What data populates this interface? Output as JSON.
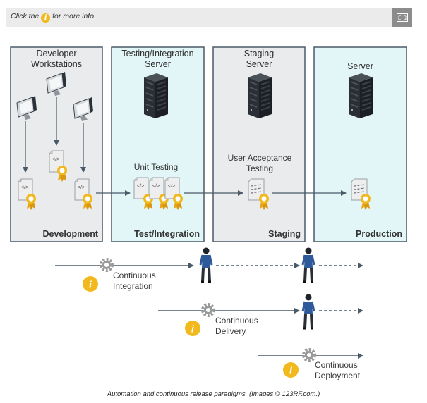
{
  "hint": {
    "prefix": "Click the",
    "icon_glyph": "i",
    "suffix": "for more info.",
    "expand_icon": "expand-icon"
  },
  "stages": [
    {
      "id": "development",
      "title_lines": [
        "Developer",
        "Workstations"
      ],
      "footer": "Development",
      "fill": "#e9ebec"
    },
    {
      "id": "test",
      "title_lines": [
        "Testing/Integration",
        "Server"
      ],
      "footer": "Test/Integration",
      "fill": "#e3f6f7"
    },
    {
      "id": "staging",
      "title_lines": [
        "Staging",
        "Server"
      ],
      "footer": "Staging",
      "fill": "#e9ebec"
    },
    {
      "id": "production",
      "title_lines": [
        "Server"
      ],
      "footer": "Production",
      "fill": "#e3f6f7"
    }
  ],
  "mid_labels": {
    "unit_testing": "Unit Testing",
    "uat_lines": [
      "User Acceptance",
      "Testing"
    ]
  },
  "paradigms": [
    {
      "id": "ci",
      "label_lines": [
        "Continuous",
        "Integration"
      ],
      "info_glyph": "i"
    },
    {
      "id": "cd",
      "label_lines": [
        "Continuous",
        "Delivery"
      ],
      "info_glyph": "i"
    },
    {
      "id": "deploy",
      "label_lines": [
        "Continuous",
        "Deployment"
      ],
      "info_glyph": "i"
    }
  ],
  "caption": "Automation and continuous release paradigms. (Images © 123RF.com.)",
  "colors": {
    "border": "#4a5a68",
    "arrow": "#4a5a68",
    "info": "#f2b91e",
    "gear": "#9a9a9a",
    "person": "#2f5a9a",
    "server": "#1f2328"
  }
}
